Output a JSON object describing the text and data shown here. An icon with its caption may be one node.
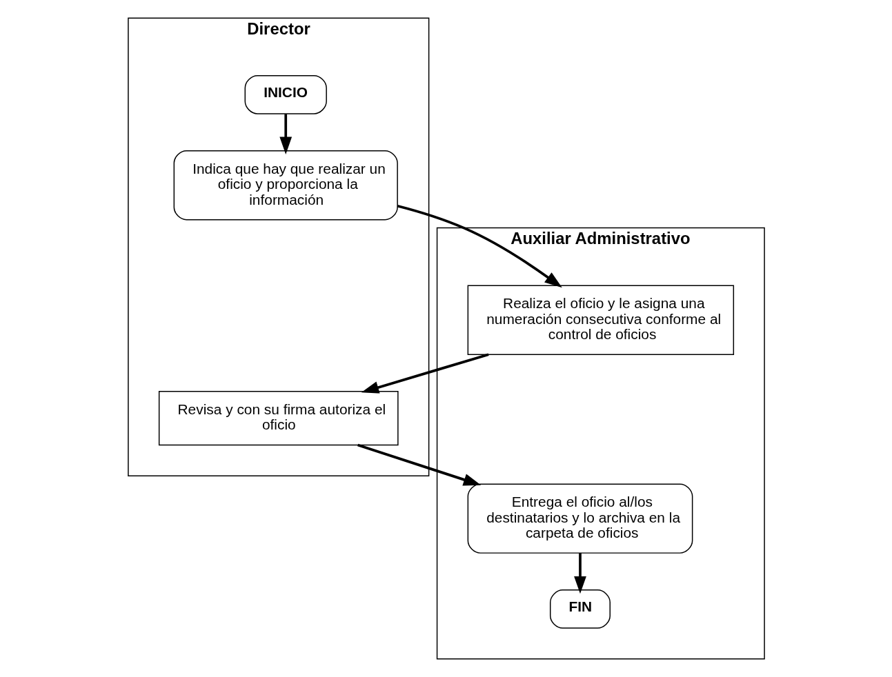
{
  "diagram": {
    "nodes": [
      {
        "text": [
          "Auxiliar Administrativo"
        ]
      },
      {
        "text": [
          "Director"
        ]
      },
      {
        "text": [
          "INICIO"
        ],
        "in": 1
      },
      {
        "text": [
          "Indica que hay que realizar un oficio y proporciona la información"
        ],
        "in": 1
      },
      {
        "text": [
          "Realiza el oficio y le asigna una numeración consecutiva conforme al control de oficios"
        ],
        "in": 0
      },
      {
        "text": [
          "Revisa y con su firma autoriza el oficio"
        ],
        "in": 1
      },
      {
        "text": [
          "Entrega el oficio al/los destinatarios y lo archiva en la carpeta de oficios"
        ],
        "in": 0
      },
      {
        "text": [
          "FIN"
        ],
        "in": 0
      }
    ],
    "edges": [
      {
        "from": 2,
        "to": 3,
        "arrow": "to"
      },
      {
        "from": 3,
        "to": 4,
        "arrow": "to"
      },
      {
        "from": 4,
        "to": 5,
        "arrow": "to"
      },
      {
        "from": 5,
        "to": 6,
        "arrow": "to"
      },
      {
        "from": 6,
        "to": 7,
        "arrow": "to"
      }
    ]
  }
}
